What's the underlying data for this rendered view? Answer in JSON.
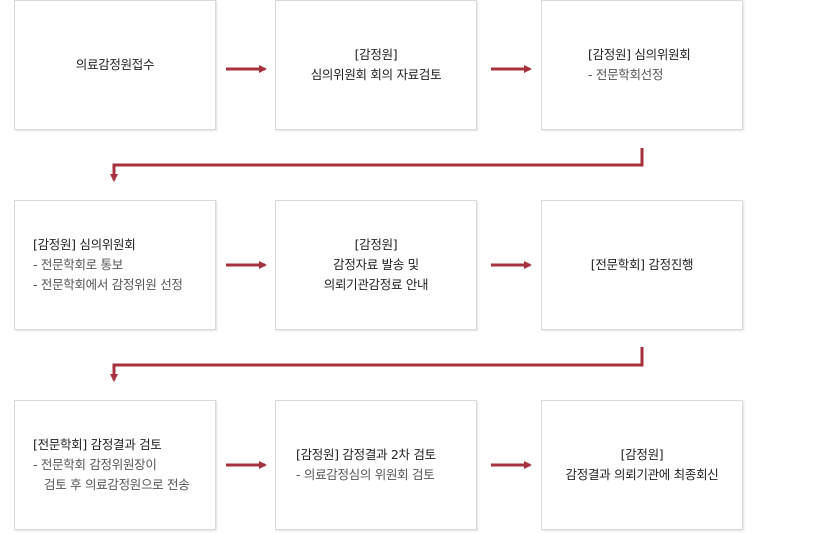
{
  "steps": [
    {
      "title": "의료감정원접수",
      "lines": []
    },
    {
      "title": "[감정원]",
      "lines": [
        "심의위원회 회의 자료검토"
      ]
    },
    {
      "title": "[감정원] 심의위원회",
      "lines": [
        "- 전문학회선정"
      ]
    },
    {
      "title": "[감정원] 심의위원회",
      "lines": [
        "- 전문학회로 통보",
        "- 전문학회에서 감정위원 선정"
      ]
    },
    {
      "title": "[감정원]",
      "lines": [
        "감정자료 발송 및",
        "의뢰기관감정료 안내"
      ]
    },
    {
      "title": "[전문학회] 감정진행",
      "lines": []
    },
    {
      "title": "[전문학회] 감정결과 검토",
      "lines": [
        "- 전문학회 감정위원장이",
        "   검토 후 의료감정원으로 전송"
      ]
    },
    {
      "title": "[감정원] 감정결과 2차 검토",
      "lines": [
        "- 의료감정심의 위원회 검토"
      ]
    },
    {
      "title": "[감정원]",
      "lines": [
        "감정결과 의뢰기관에 최종회신"
      ]
    }
  ],
  "colors": {
    "arrow": "#a5323c",
    "box_border": "#d9d9d9",
    "text": "#333333"
  }
}
